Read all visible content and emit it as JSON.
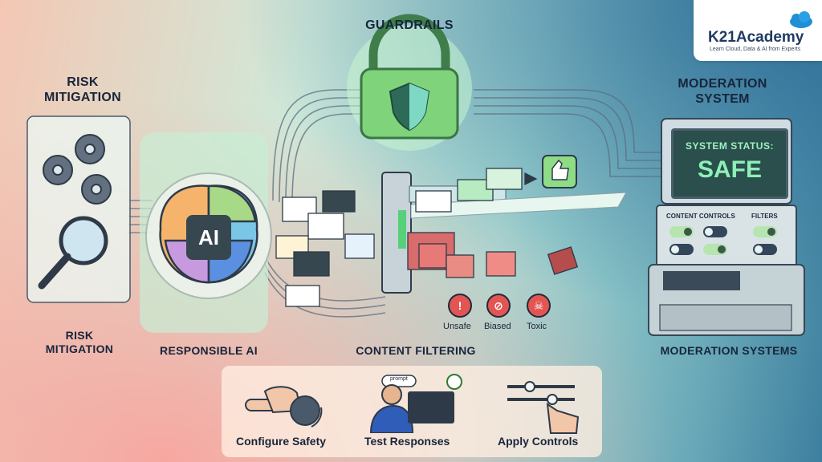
{
  "labels": {
    "guardrails": "GUARDRAILS",
    "risk_mitigation_top": "RISK MITIGATION",
    "risk_mitigation_bottom": "RISK MITIGATION",
    "responsible_ai": "RESPONSIBLE AI",
    "content_filtering": "CONTENT FILTERING",
    "moderation_system": "MODERATION SYSTEM",
    "moderation_systems": "MODERATION SYSTEMS"
  },
  "ai_badge": "AI",
  "logo": {
    "brand": "K21Academy",
    "tagline": "Learn Cloud, Data & AI from Experts"
  },
  "status": {
    "line1": "SYSTEM STATUS:",
    "line2": "SAFE"
  },
  "console": {
    "content_controls": "CONTENT CONTROLS",
    "filters": "FILTERS"
  },
  "flags": [
    {
      "label": "Unsafe",
      "icon": "warning-icon"
    },
    {
      "label": "Biased",
      "icon": "prohibited-icon"
    },
    {
      "label": "Toxic",
      "icon": "skull-icon"
    }
  ],
  "steps": {
    "configure": "Configure Safety",
    "test": "Test Responses",
    "apply": "Apply Controls",
    "prompt_bubble": "prompt"
  },
  "colors": {
    "safe_green": "#8ef0b6",
    "danger_red": "#e35552",
    "lock_green": "#7fd37a"
  }
}
